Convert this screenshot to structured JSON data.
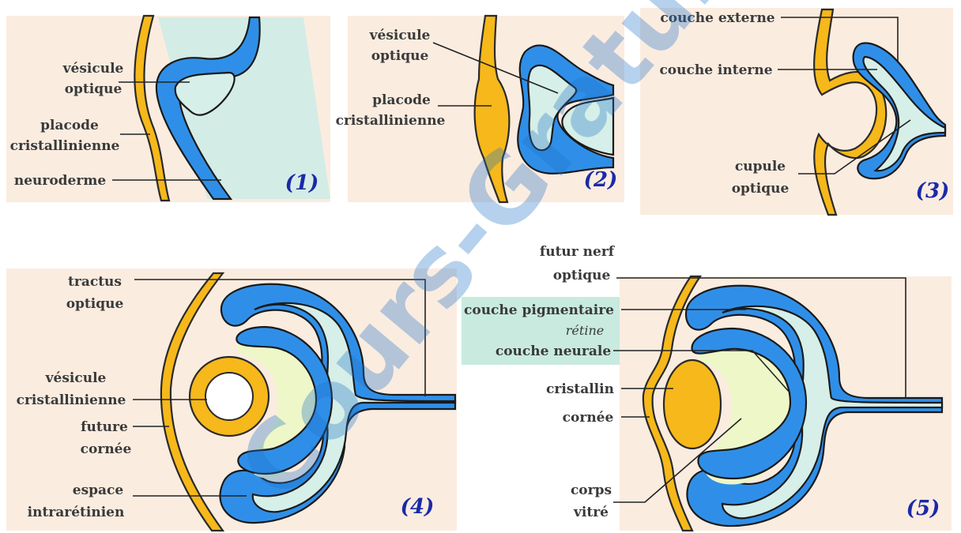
{
  "watermark": "Cours-Gratuit.com",
  "panels": {
    "p1": {
      "number": "(1)",
      "labels": {
        "vesicule_1": "vésicule",
        "vesicule_2": "optique",
        "placode_1": "placode",
        "placode_2": "cristallinienne",
        "neuroderme": "neuroderme"
      }
    },
    "p2": {
      "number": "(2)",
      "labels": {
        "vesicule_1": "vésicule",
        "vesicule_2": "optique",
        "placode_1": "placode",
        "placode_2": "cristallinienne"
      }
    },
    "p3": {
      "number": "(3)",
      "labels": {
        "externe": "couche externe",
        "interne": "couche interne",
        "cupule_1": "cupule",
        "cupule_2": "optique"
      }
    },
    "p4": {
      "number": "(4)",
      "labels": {
        "tractus_1": "tractus",
        "tractus_2": "optique",
        "vesicule_1": "vésicule",
        "vesicule_2": "cristallinienne",
        "future_1": "future",
        "future_2": "cornée",
        "espace_1": "espace",
        "espace_2": "intrarétinien"
      }
    },
    "p5": {
      "number": "(5)",
      "labels": {
        "nerf_1": "futur nerf",
        "nerf_2": "optique",
        "pigmentaire": "couche pigmentaire",
        "retine": "rétine",
        "neurale": "couche neurale",
        "cristallin": "cristallin",
        "cornee": "cornée",
        "corps_1": "corps",
        "corps_2": "vitré"
      }
    }
  }
}
